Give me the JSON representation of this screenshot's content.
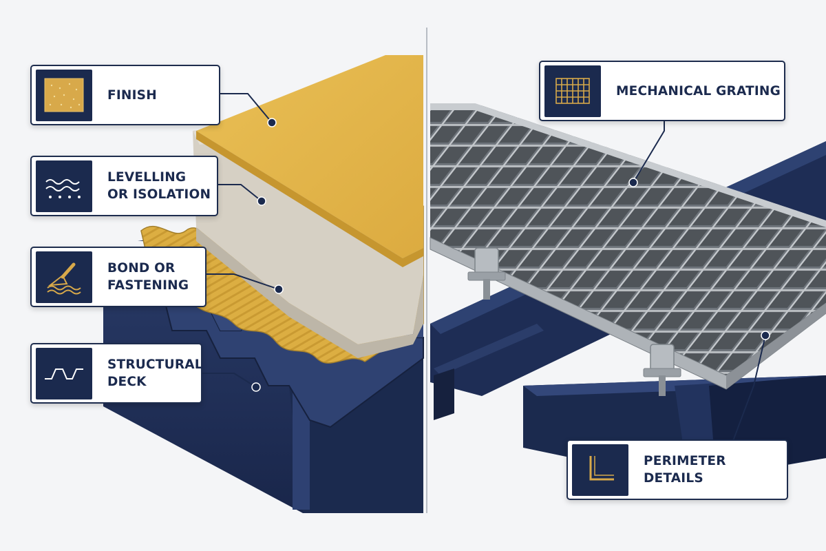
{
  "colors": {
    "navy": "#1b2a4e",
    "steel_blue": "#22335e",
    "finish_yellow": "#e2b347",
    "bond_yellow": "#d9ab3e",
    "leveling_beige": "#d6d0c4",
    "grating_gray": "#9ea3a8",
    "callout_border": "#1d2c4d",
    "icon_gold": "#d8a94a"
  },
  "left_callouts": [
    {
      "id": "finish",
      "label": "FINISH",
      "icon": "textured-square-icon"
    },
    {
      "id": "levelling",
      "label": "LEVELLING\nOR ISOLATION",
      "icon": "waves-dots-icon"
    },
    {
      "id": "bond",
      "label": "BOND OR\nFASTENING",
      "icon": "trowel-icon"
    },
    {
      "id": "deck",
      "label": "STRUCTURAL\nDECK",
      "icon": "deck-profile-icon"
    }
  ],
  "right_callouts": [
    {
      "id": "grating",
      "label": "MECHANICAL GRATING",
      "icon": "grid-icon"
    },
    {
      "id": "perimeter",
      "label": "PERIMETER DETAILS",
      "icon": "angle-icon"
    }
  ]
}
